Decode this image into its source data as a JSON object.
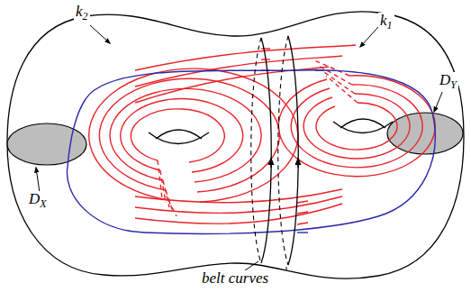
{
  "diagram": {
    "labels": [
      "k2",
      "k1",
      "DY",
      "DX",
      "belt curves"
    ]
  }
}
